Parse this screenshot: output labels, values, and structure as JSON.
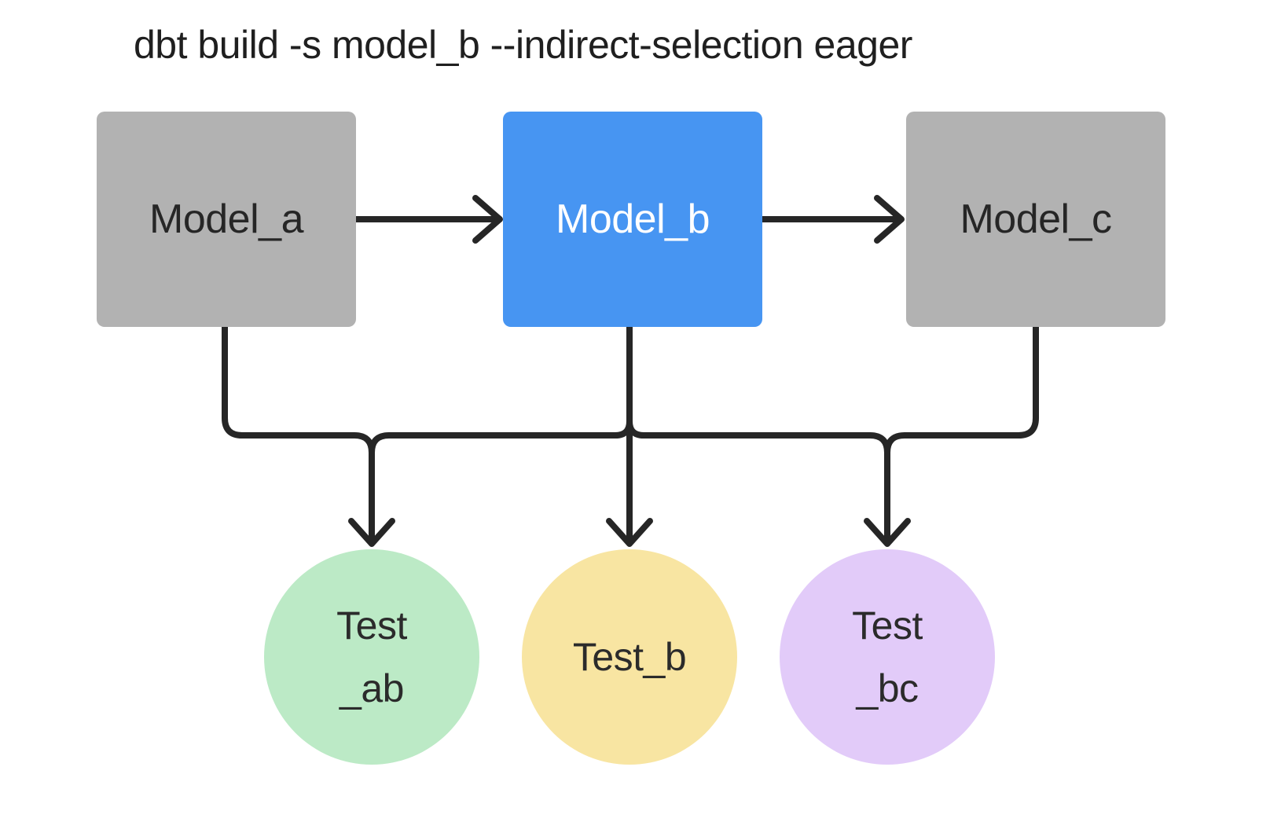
{
  "title": "dbt build -s model_b --indirect-selection eager",
  "colors": {
    "background": "#ffffff",
    "arrow": "#262626",
    "model_default_fill": "#b2b2b2",
    "model_selected_fill": "#4795f2",
    "title_text": "#1f1f1f"
  },
  "nodes": {
    "model_a": {
      "label": "Model_a",
      "kind": "model",
      "fill": "#b2b2b2",
      "text_color": "#262626"
    },
    "model_b": {
      "label": "Model_b",
      "kind": "model",
      "fill": "#4795f2",
      "text_color": "#ffffff"
    },
    "model_c": {
      "label": "Model_c",
      "kind": "model",
      "fill": "#b2b2b2",
      "text_color": "#262626"
    },
    "test_ab": {
      "label": "Test _ab",
      "lines": [
        "Test",
        "_ab"
      ],
      "kind": "test",
      "fill": "#bceac6",
      "text_color": "#2b2b2b"
    },
    "test_b": {
      "label": "Test_b",
      "lines": [
        "Test_b"
      ],
      "kind": "test",
      "fill": "#f8e5a2",
      "text_color": "#2b2b2b"
    },
    "test_bc": {
      "label": "Test _bc",
      "lines": [
        "Test",
        "_bc"
      ],
      "kind": "test",
      "fill": "#e2cbf9",
      "text_color": "#2b2b2b"
    }
  },
  "edges": [
    {
      "from": "model_a",
      "to": "model_b"
    },
    {
      "from": "model_b",
      "to": "model_c"
    },
    {
      "from": "model_a",
      "to": "test_ab"
    },
    {
      "from": "model_b",
      "to": "test_ab"
    },
    {
      "from": "model_b",
      "to": "test_b"
    },
    {
      "from": "model_b",
      "to": "test_bc"
    },
    {
      "from": "model_c",
      "to": "test_bc"
    }
  ]
}
